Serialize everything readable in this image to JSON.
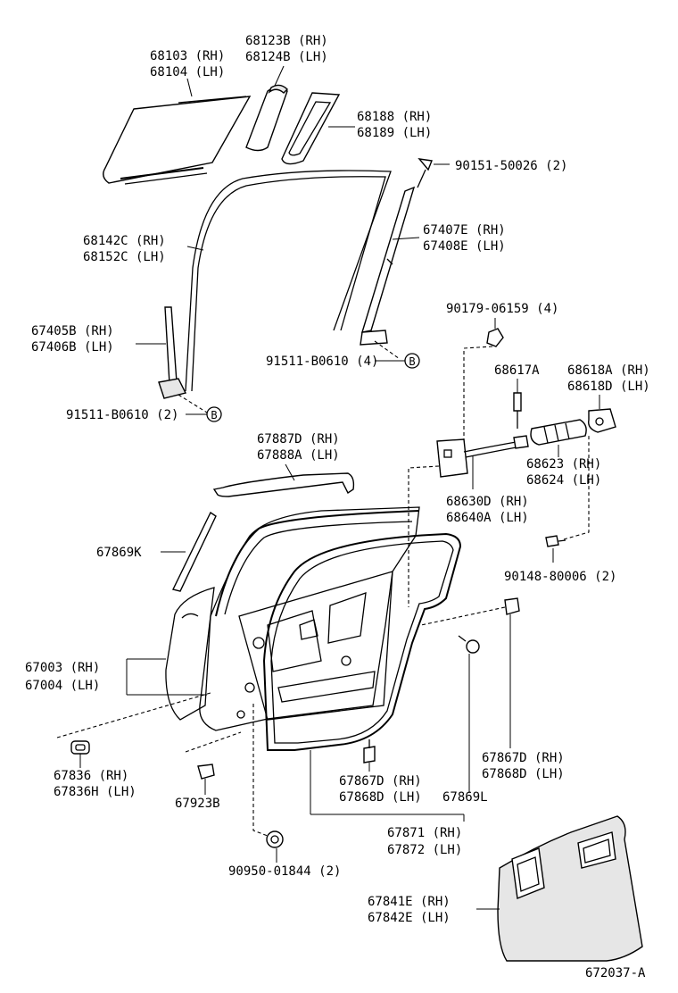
{
  "labels": {
    "p68103": "68103 (RH)",
    "p68104": "68104 (LH)",
    "p68123b": "68123B (RH)",
    "p68124b": "68124B (LH)",
    "p68188": "68188 (RH)",
    "p68189": "68189 (LH)",
    "p90151": "90151-50026 (2)",
    "p68142c": "68142C (RH)",
    "p68152c": "68152C (LH)",
    "p67407e": "67407E (RH)",
    "p67408e": "67408E (LH)",
    "p67405b": "67405B (RH)",
    "p67406b": "67406B (LH)",
    "p91511_4": "91511-B0610 (4)",
    "p91511_2": "91511-B0610 (2)",
    "p90179": "90179-06159 (4)",
    "p68617a": "68617A",
    "p68618a": "68618A (RH)",
    "p68618d": "68618D (LH)",
    "p67887d": "67887D (RH)",
    "p67888a": "67888A (LH)",
    "p68623": "68623 (RH)",
    "p68624": "68624 (LH)",
    "p67869k": "67869K",
    "p68630d": "68630D (RH)",
    "p68640a": "68640A (LH)",
    "p90148": "90148-80006 (2)",
    "p67003": "67003 (RH)",
    "p67004": "67004 (LH)",
    "p67867d_r": "67867D (RH)",
    "p67868d_r": "67868D (LH)",
    "p67836": "67836   (RH)",
    "p67836h": "67836H (LH)",
    "p67923b": "67923B",
    "p67867d_c": "67867D (RH)",
    "p67868d_c": "67868D (LH)",
    "p67869l": "67869L",
    "p67871": "67871 (RH)",
    "p67872": "67872 (LH)",
    "p90950": "90950-01844 (2)",
    "p67841e": "67841E (RH)",
    "p67842e": "67842E (LH)",
    "ref_b": "B",
    "code": "672037-A"
  }
}
